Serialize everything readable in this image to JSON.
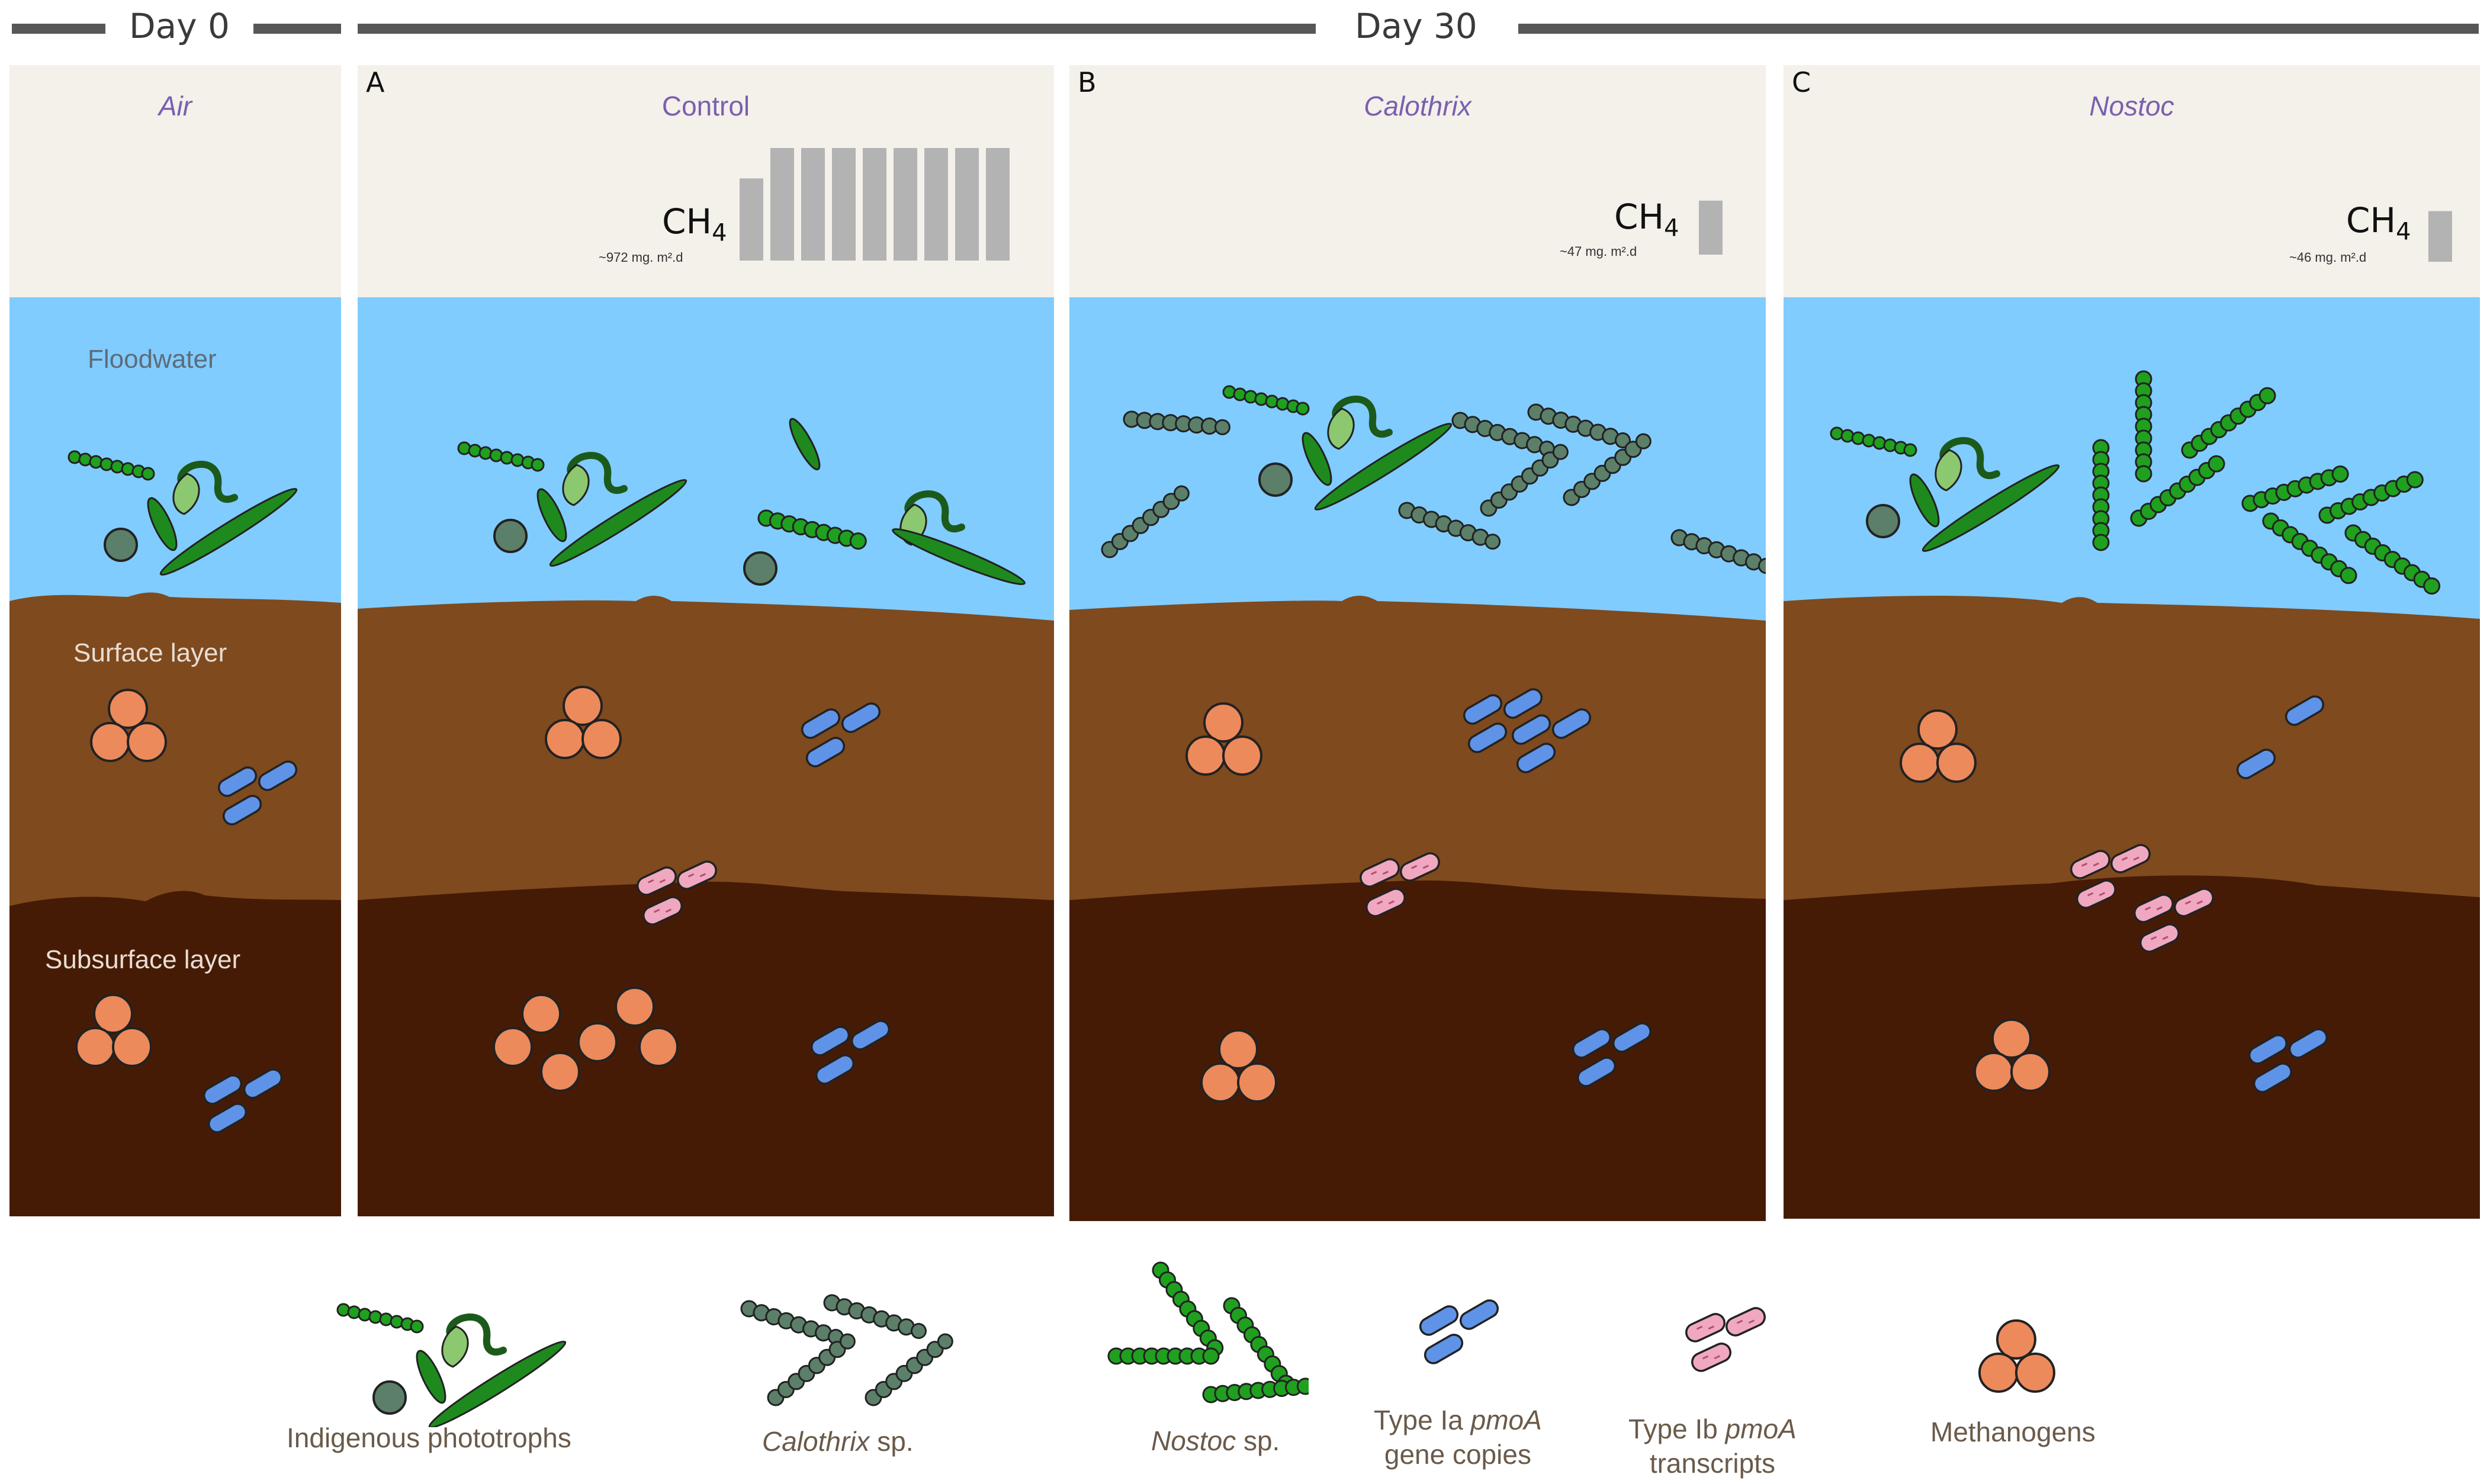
{
  "header": {
    "day0": "Day 0",
    "day30": "Day 30"
  },
  "panels": {
    "air": {
      "title": "Air"
    },
    "a": {
      "letter": "A",
      "title": "Control",
      "ch4_main": "CH",
      "ch4_sub": "4",
      "flux": "~972 mg. m².d"
    },
    "b": {
      "letter": "B",
      "title": "Calothrix",
      "ch4_main": "CH",
      "ch4_sub": "4",
      "flux": "~47 mg. m².d"
    },
    "c": {
      "letter": "C",
      "title": "Nostoc",
      "ch4_main": "CH",
      "ch4_sub": "4",
      "flux": "~46 mg. m².d"
    }
  },
  "layers": {
    "floodwater": "Floodwater",
    "surface": "Surface layer",
    "subsurface": "Subsurface layer"
  },
  "legend": {
    "indigenous": "Indigenous phototrophs",
    "calothrix_italic": "Calothrix",
    "calothrix_rest": " sp.",
    "nostoc_italic": "Nostoc",
    "nostoc_rest": " sp.",
    "type_ia_a": "Type Ia ",
    "type_ia_b": "pmoA",
    "type_ia_c": "gene copies",
    "type_ib_a": "Type Ib ",
    "type_ib_b": "pmoA",
    "type_ib_c": "transcripts",
    "methanogens": "Methanogens"
  },
  "colors": {
    "air": "#f4f0ea",
    "water": "#80ccff",
    "surface_soil": "#7f4a1e",
    "subsurface_soil": "#461b05",
    "methanogen": "#ec8a5b",
    "type_ia": "#5f93e8",
    "type_ib": "#f0a8c0",
    "calothrix": "#5c7f6a",
    "nostoc": "#1fa01f",
    "phototroph": "#1e8a1e",
    "ch4_bar": "#b3b3b3"
  },
  "chart_data": {
    "type": "bar",
    "series": [
      {
        "name": "Control",
        "values": [
          0.73,
          1,
          1,
          1,
          1,
          1,
          1,
          1,
          1
        ]
      },
      {
        "name": "Calothrix",
        "values": [
          0.48
        ]
      },
      {
        "name": "Nostoc",
        "values": [
          0.45
        ]
      }
    ]
  }
}
